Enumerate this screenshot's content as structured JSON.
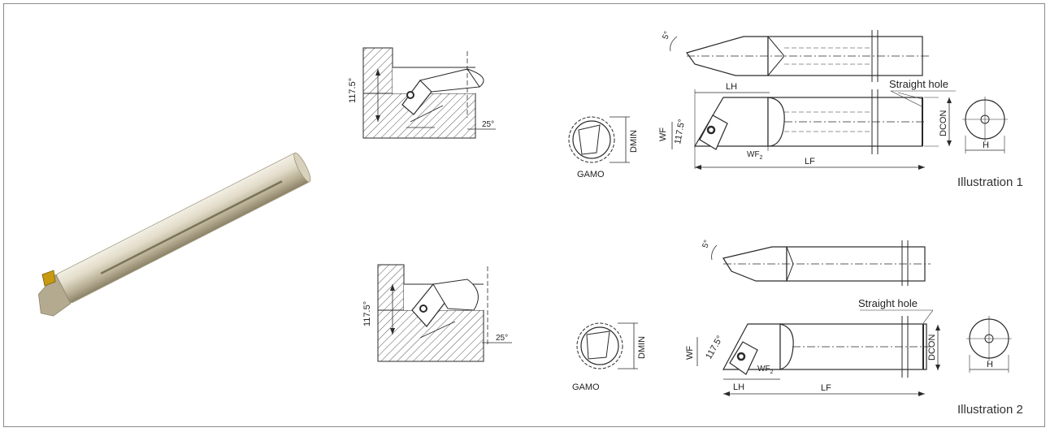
{
  "colors": {
    "line": "#2a2a2a",
    "hatch": "#555555",
    "bar_light": "#e8e3d4",
    "bar_mid": "#c9c1a8",
    "bar_dark": "#8f876d",
    "insert": "#c79a12"
  },
  "captions": {
    "ill1": "Illustration 1",
    "ill2": "Illustration 2"
  },
  "labels": {
    "angle_1175": "117.5°",
    "angle_25": "25°",
    "angle_5": "5°",
    "lh": "LH",
    "lf": "LF",
    "wf": "WF",
    "wf2": "WF",
    "wf2_sub": "2",
    "dmin": "DMIN",
    "dcon": "DCON",
    "h": "H",
    "gamo": "GAMO",
    "straight_hole": "Straight hole"
  }
}
